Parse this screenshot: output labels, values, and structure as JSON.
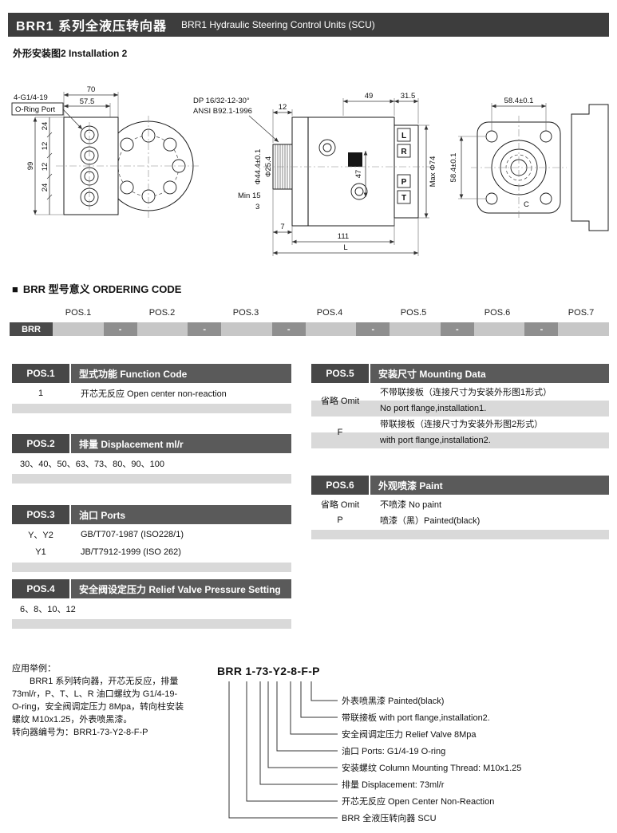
{
  "colors": {
    "header_bar": "#3d3d3d",
    "pos_header": "#474747",
    "pos_title": "#5a5a5a",
    "bar_light": "#c7c7c7",
    "bar_dash": "#8f8f8f",
    "row_stripe": "#d9d9d9"
  },
  "header": {
    "title_cn": "BRR1 系列全液压转向器",
    "title_en": "BRR1 Hydraulic Steering Control Units (SCU)"
  },
  "section_installation": "外形安装图2  Installation 2",
  "drawing": {
    "left": {
      "port_label1": "4-G1/4-19",
      "port_label2": "O-Ring Port",
      "dim_width_outer": "70",
      "dim_width_inner": "57.5",
      "dim_height_total": "99",
      "dim_seg1": "24",
      "dim_seg2": "12",
      "dim_seg3": "12",
      "dim_seg4": "24"
    },
    "mid": {
      "spline_spec1": "DP 16/32-12-30°",
      "spline_spec2": "ANSI B92.1-1996",
      "dim_spline_len": "12",
      "dim_top1": "49",
      "dim_top2": "31.5",
      "dim_shaft_dia": "Φ44.4±0.1",
      "dim_pilot_dia": "Φ25.4",
      "dim_min_depth": "Min 15",
      "dim_3": "3",
      "dim_port_span": "47",
      "dim_max_dia": "Max Φ74",
      "port_l": "L",
      "port_r": "R",
      "port_p": "P",
      "port_t": "T",
      "dim_7": "7",
      "dim_body_len": "111",
      "dim_total_len": "L"
    },
    "right": {
      "dim_bolt_h": "58.4±0.1",
      "dim_bolt_v": "58.4±0.1",
      "label_c": "C"
    }
  },
  "ordering": {
    "bullet": "■",
    "title": "BRR 型号意义 ORDERING CODE",
    "pos_labels": [
      "POS.1",
      "POS.2",
      "POS.3",
      "POS.4",
      "POS.5",
      "POS.6",
      "POS.7"
    ],
    "prefix": "BRR",
    "dash": "-"
  },
  "tables": {
    "pos1": {
      "pos": "POS.1",
      "title": "型式功能 Function Code",
      "rows": [
        {
          "code": "1",
          "desc": "开芯无反应 Open center non-reaction"
        }
      ]
    },
    "pos2": {
      "pos": "POS.2",
      "title": "排量 Displacement ml/r",
      "values": "30、40、50、63、73、80、90、100"
    },
    "pos3": {
      "pos": "POS.3",
      "title": "油口 Ports",
      "rows": [
        {
          "code": "Y、Y2",
          "desc": "GB/T707-1987  (ISO228/1)"
        },
        {
          "code": "Y1",
          "desc": "JB/T7912-1999 (ISO 262)"
        }
      ]
    },
    "pos4": {
      "pos": "POS.4",
      "title": "安全阀设定压力 Relief Valve Pressure Setting",
      "values": "6、8、10、12"
    },
    "pos5": {
      "pos": "POS.5",
      "title": "安装尺寸 Mounting Data",
      "rows": [
        {
          "code": "省略 Omit",
          "line1": "不带联接板（连接尺寸为安装外形图1形式）",
          "line2": "No port flange,installation1."
        },
        {
          "code": "F",
          "line1": "带联接板（连接尺寸为安装外形图2形式）",
          "line2": "with port flange,installation2."
        }
      ]
    },
    "pos6": {
      "pos": "POS.6",
      "title": "外观喷漆 Paint",
      "rows": [
        {
          "code": "省略 Omit",
          "desc": "不喷漆 No paint"
        },
        {
          "code": "P",
          "desc": "喷漆（黑）Painted(black)"
        }
      ]
    }
  },
  "example": {
    "heading": "应用举例：",
    "body_lines": [
      "BRR1 系列转向器，开芯无反应，排量",
      "73ml/r，P、T、L、R 油口螺纹为 G1/4-19-",
      "O-ring，安全阀调定压力 8Mpa，转向柱安装",
      "螺纹 M10x1.25，外表喷黑漆。",
      "转向器编号为：BRR1-73-Y2-8-F-P"
    ],
    "code": "BRR 1-73-Y2-8-F-P",
    "callouts": [
      "外表喷黑漆  Painted(black)",
      "带联接板 with port flange,installation2.",
      "安全阀调定压力  Relief Valve 8Mpa",
      "油口 Ports: G1/4-19 O-ring",
      "安装螺纹 Column Mounting Thread: M10x1.25",
      "排量 Displacement: 73ml/r",
      "开芯无反应 Open Center Non-Reaction",
      "BRR 全液压转向器 SCU"
    ]
  }
}
